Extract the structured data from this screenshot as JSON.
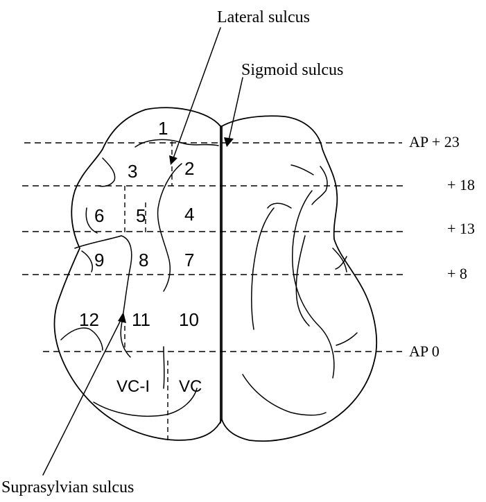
{
  "labels": {
    "lateral_sulcus": "Lateral sulcus",
    "sigmoid_sulcus": "Sigmoid sulcus",
    "suprasylvian_sulcus": "Suprasylvian sulcus"
  },
  "ap_levels": [
    {
      "label": "AP + 23"
    },
    {
      "label": "+ 18"
    },
    {
      "label": "+ 13"
    },
    {
      "label": "+ 8"
    },
    {
      "label": "AP 0"
    }
  ],
  "regions": [
    "1",
    "2",
    "3",
    "4",
    "5",
    "6",
    "7",
    "8",
    "9",
    "10",
    "11",
    "12",
    "VC-I",
    "VC"
  ],
  "colors": {
    "ink": "#000000",
    "background": "#ffffff"
  }
}
